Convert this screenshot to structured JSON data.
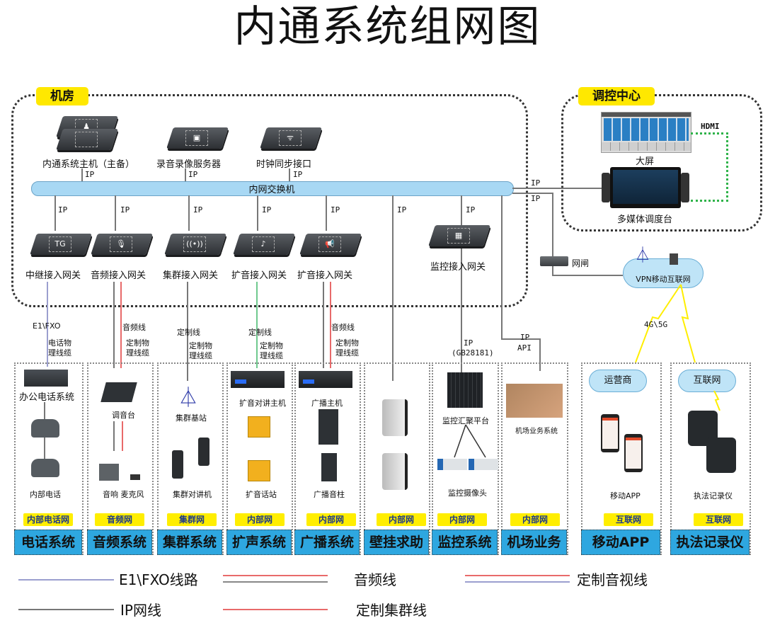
{
  "title": "内通系统组网图",
  "zones": {
    "machine_room": "机房",
    "control_center": "调控中心"
  },
  "core_devices": [
    {
      "label": "内通系统主机（主备）",
      "link": "IP"
    },
    {
      "label": "录音录像服务器",
      "link": "IP"
    },
    {
      "label": "时钟同步接口",
      "link": "IP"
    }
  ],
  "switch": {
    "label": "内网交换机"
  },
  "gateways": [
    {
      "label": "中继接入网关",
      "link": "IP",
      "icon": "TG"
    },
    {
      "label": "音频接入网关",
      "link": "IP",
      "icon": "🎙"
    },
    {
      "label": "集群接入网关",
      "link": "IP",
      "icon": "((•))"
    },
    {
      "label": "扩音接入网关",
      "link": "IP",
      "icon": "♪"
    },
    {
      "label": "扩音接入网关",
      "link": "IP",
      "icon": "📢"
    },
    {
      "label": "监控接入网关",
      "link": "IP",
      "icon": "▦"
    }
  ],
  "wall_help_link": "IP",
  "control_center": {
    "big_screen": "大屏",
    "console": "多媒体调度台",
    "hdmi": "HDMI",
    "link_top": "IP",
    "link_bottom": "IP"
  },
  "gatekeeper": "网闸",
  "vpn_cloud": "VPN移动互联网",
  "wireless_label": "4G\\5G",
  "downlinks": {
    "phone": {
      "line1": "E1\\FXO",
      "line2": "电话物",
      "line3": "理线缆"
    },
    "audio": {
      "line1": "音频线",
      "line2": "定制物",
      "line3": "理线缆"
    },
    "trunk": {
      "line1": "定制线",
      "line2": "定制物",
      "line3": "理线缆"
    },
    "pa": {
      "line1": "定制线",
      "line2": "定制物",
      "line3": "理线缆"
    },
    "broadcast": {
      "line1": "音频线",
      "line2": "定制物",
      "line3": "理线缆"
    },
    "monitor": {
      "line1": "IP",
      "line2": "(GB28181)"
    },
    "airport": {
      "line1": "IP",
      "line2": "API"
    }
  },
  "systems": [
    {
      "title": "电话系统",
      "net": "内部电话网",
      "items": [
        "办公电话系统",
        "内部电话"
      ]
    },
    {
      "title": "音频系统",
      "net": "音频网",
      "items": [
        "调音台",
        "音响 麦克风"
      ]
    },
    {
      "title": "集群系统",
      "net": "集群网",
      "items": [
        "集群基站",
        "集群对讲机"
      ]
    },
    {
      "title": "扩声系统",
      "net": "内部网",
      "items": [
        "扩音对讲主机",
        "扩音话站"
      ]
    },
    {
      "title": "广播系统",
      "net": "内部网",
      "items": [
        "广播主机",
        "广播音柱"
      ]
    },
    {
      "title": "壁挂求助",
      "net": "内部网",
      "items": []
    },
    {
      "title": "监控系统",
      "net": "内部网",
      "items": [
        "监控汇聚平台",
        "监控摄像头"
      ]
    },
    {
      "title": "机场业务",
      "net": "内部网",
      "items": [
        "机场业务系统"
      ]
    },
    {
      "title": "移动APP",
      "net": "互联网",
      "items": [
        "运营商",
        "移动APP"
      ]
    },
    {
      "title": "执法记录仪",
      "net": "互联网",
      "items": [
        "互联网",
        "执法记录仪"
      ]
    }
  ],
  "legend": [
    {
      "label": "E1\\FXO线路",
      "colors": [
        "#9b9fcf"
      ]
    },
    {
      "label": "音频线",
      "colors": [
        "#e86a6a",
        "#888888"
      ]
    },
    {
      "label": "定制音视线",
      "colors": [
        "#e86a6a",
        "#9b9fcf"
      ]
    },
    {
      "label": "IP网线",
      "colors": [
        "#777777"
      ]
    },
    {
      "label": "定制集群线",
      "colors": [
        "#e86a6a"
      ]
    }
  ],
  "colors": {
    "zone_label_bg": "#ffe800",
    "system_title_bg": "#2ea7e0",
    "switch_bus": "#a8d8f4",
    "net_tag_bg": "#ffee00",
    "hdmi_line": "#2fb34a",
    "wireless": "#ffee00"
  }
}
